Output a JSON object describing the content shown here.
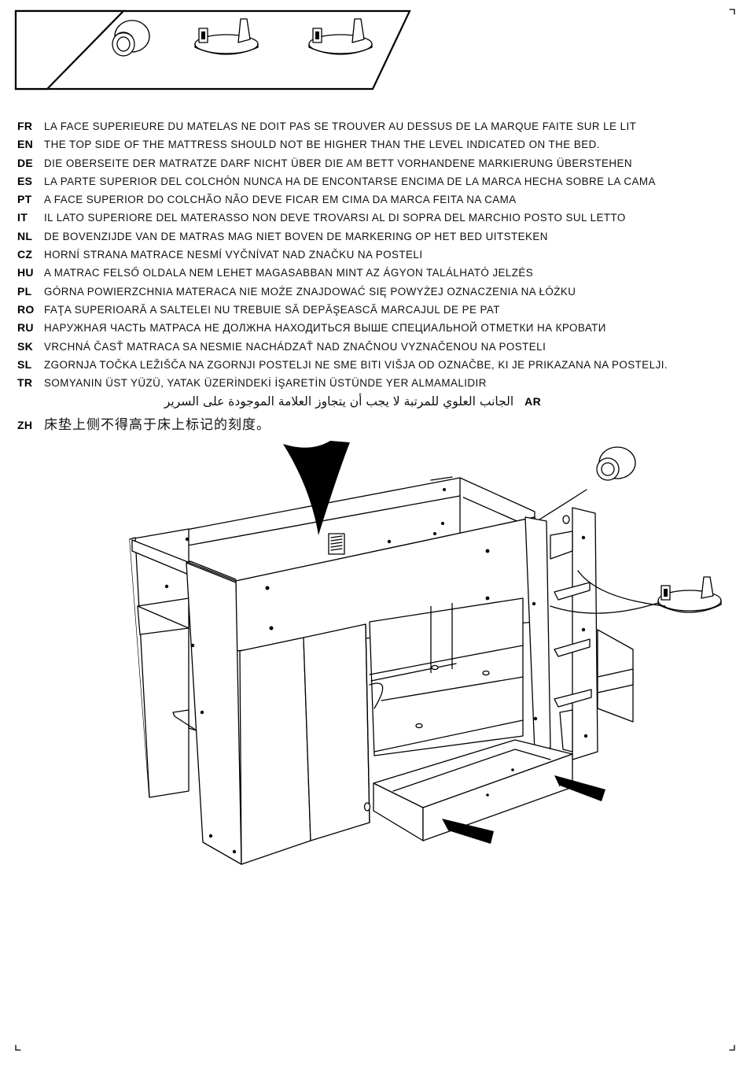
{
  "warnings": [
    {
      "code": "FR",
      "text": "LA FACE SUPERIEURE DU MATELAS NE DOIT PAS SE TROUVER AU DESSUS DE LA MARQUE FAITE SUR LE LIT"
    },
    {
      "code": "EN",
      "text": "THE TOP SIDE OF THE MATTRESS SHOULD NOT BE HIGHER THAN THE LEVEL INDICATED ON THE BED."
    },
    {
      "code": "DE",
      "text": "DIE OBERSEITE DER MATRATZE DARF NICHT ÜBER DIE AM BETT VORHANDENE MARKIERUNG ÜBERSTEHEN"
    },
    {
      "code": "ES",
      "text": "LA PARTE SUPERIOR DEL COLCHÓN NUNCA HA DE ENCONTARSE ENCIMA DE LA MARCA HECHA SOBRE LA CAMA"
    },
    {
      "code": "PT",
      "text": "A FACE SUPERIOR DO COLCHÃO NÃO DEVE FICAR EM CIMA DA MARCA FEITA NA CAMA"
    },
    {
      "code": "IT",
      "text": "IL LATO SUPERIORE DEL MATERASSO NON DEVE TROVARSI AL DI SOPRA DEL MARCHIO POSTO SUL LETTO"
    },
    {
      "code": "NL",
      "text": "DE BOVENZIJDE VAN DE MATRAS MAG NIET BOVEN DE MARKERING OP HET BED UITSTEKEN"
    },
    {
      "code": "CZ",
      "text": "HORNÍ STRANA MATRACE NESMÍ VYČNÍVAT NAD ZNAČKU NA POSTELI"
    },
    {
      "code": "HU",
      "text": "A MATRAC FELSŐ OLDALA NEM LEHET MAGASABBAN MINT AZ ÁGYON TALÁLHATÓ JELZÉS"
    },
    {
      "code": "PL",
      "text": "GÓRNA POWIERZCHNIA MATERACA NIE MOŻE ZNAJDOWAĆ SIĘ POWYŻEJ OZNACZENIA NA ŁÓŻKU"
    },
    {
      "code": "RO",
      "text": "FAŢA SUPERIOARĂ A SALTELEI NU TREBUIE SĂ DEPĂŞEASCĂ MARCAJUL DE PE PAT"
    },
    {
      "code": "RU",
      "text": "НАРУЖНАЯ ЧАСТЬ МАТРАСА НЕ ДОЛЖНА НАХОДИТЬСЯ ВЫШЕ СПЕЦИАЛЬНОЙ ОТМЕТКИ НА КРОВАТИ"
    },
    {
      "code": "SK",
      "text": "VRCHNÁ ČASŤ MATRACA SA NESMIE NACHÁDZAŤ NAD ZNAČNOU VYZNAČENOU NA POSTELI"
    },
    {
      "code": "SL",
      "text": "ZGORNJA TOČKA LEŽIŠČA NA ZGORNJI POSTELJI NE SME BITI VIŠJA OD OZNAČBE, KI JE PRIKAZANA NA POSTELJI."
    },
    {
      "code": "TR",
      "text": "SOMYANIN ÜST YÜZÜ, YATAK ÜZERİNDEKİ İŞARETİN ÜSTÜNDE YER ALMAMALIDIR"
    }
  ],
  "arabic": {
    "code": "AR",
    "text": "الجانب العلوي للمرتبة لا يجب أن يتجاوز العلامة الموجودة على السرير"
  },
  "chinese": {
    "code": "ZH",
    "text": "床垫上侧不得高于床上标记的刻度。"
  }
}
